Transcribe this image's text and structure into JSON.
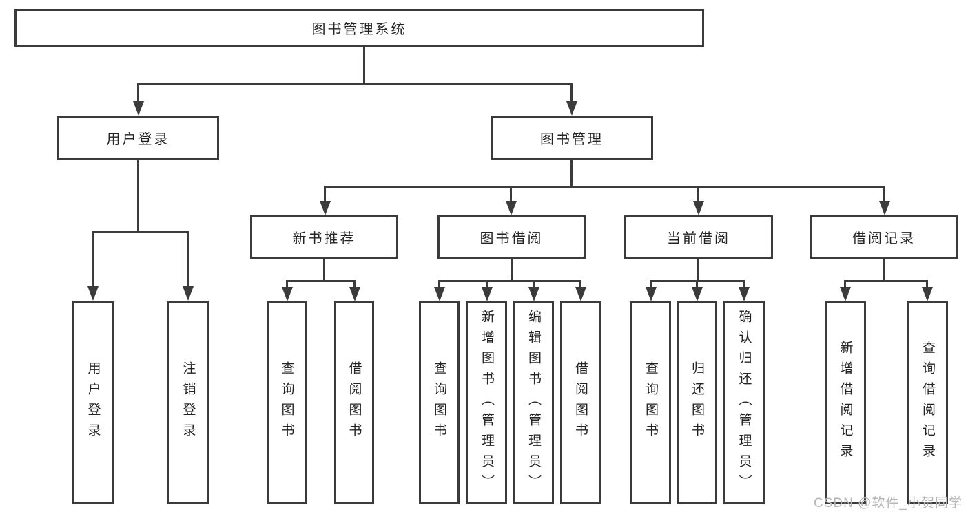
{
  "tree": {
    "label": "图书管理系统",
    "children": [
      {
        "label": "用户登录",
        "children": [
          {
            "label": "用户登录"
          },
          {
            "label": "注销登录"
          }
        ]
      },
      {
        "label": "图书管理",
        "children": [
          {
            "label": "新书推荐",
            "children": [
              {
                "label": "查询图书"
              },
              {
                "label": "借阅图书"
              }
            ]
          },
          {
            "label": "图书借阅",
            "children": [
              {
                "label": "查询图书"
              },
              {
                "label": "新增图书（管理员）"
              },
              {
                "label": "编辑图书（管理员）"
              },
              {
                "label": "借阅图书"
              }
            ]
          },
          {
            "label": "当前借阅",
            "children": [
              {
                "label": "查询图书"
              },
              {
                "label": "归还图书"
              },
              {
                "label": "确认归还（管理员）"
              }
            ]
          },
          {
            "label": "借阅记录",
            "children": [
              {
                "label": "新增借阅记录"
              },
              {
                "label": "查询借阅记录"
              }
            ]
          }
        ]
      }
    ]
  },
  "colors": {
    "line": "#3b3b3b",
    "text": "#242424",
    "watermark": "#b5b5b5"
  },
  "watermark": "CSDN @软件_小贺同学"
}
